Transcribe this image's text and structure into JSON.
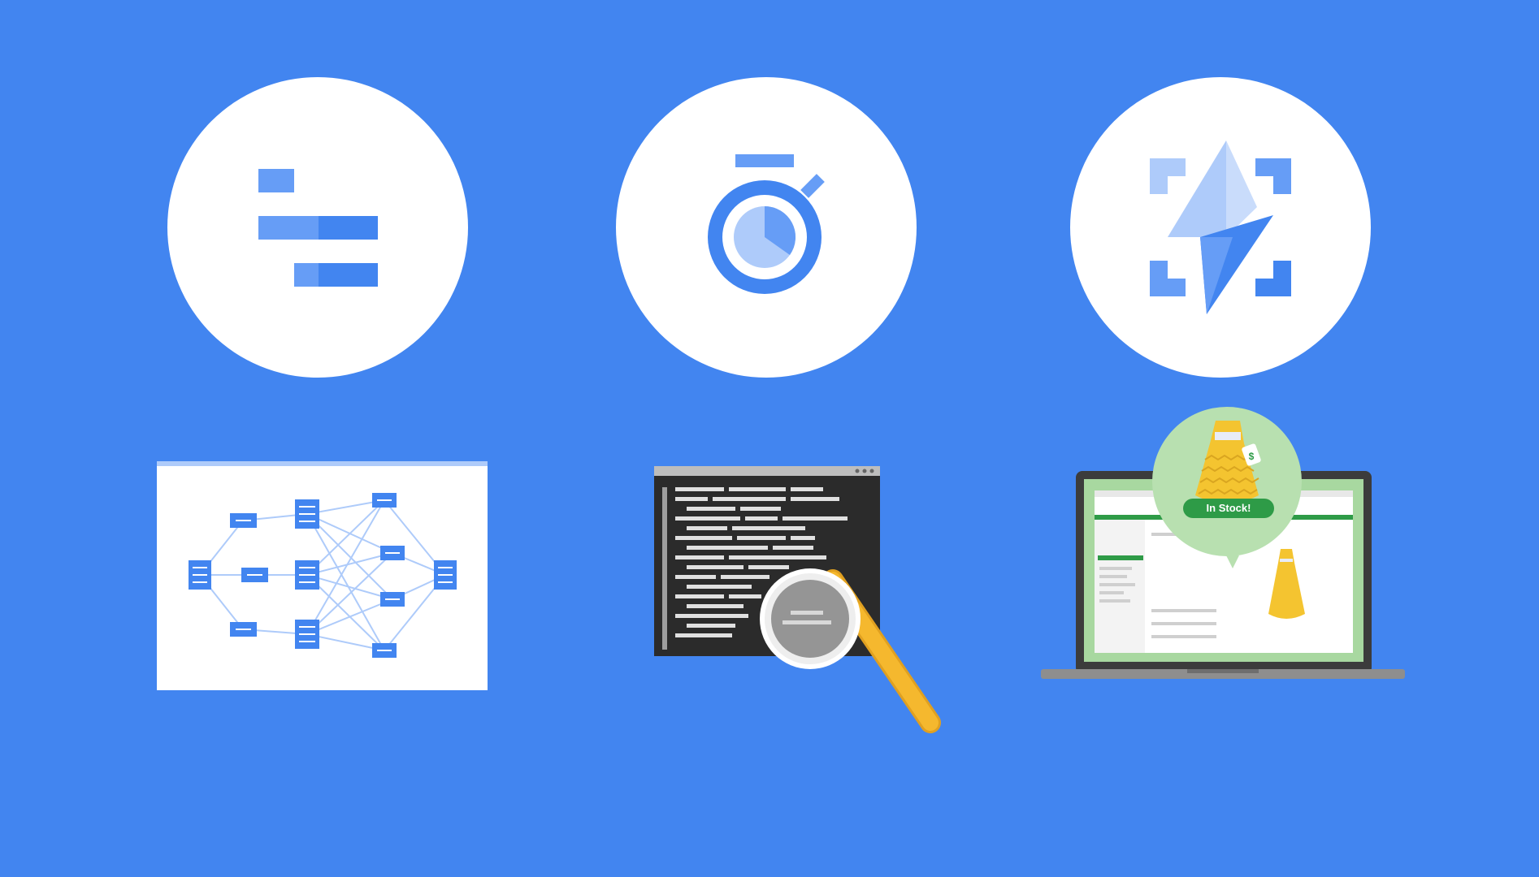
{
  "colors": {
    "background": "#4285f0",
    "icon_blue": "#4285f0",
    "icon_light_blue": "#aecbfa",
    "icon_mid_blue": "#669df6",
    "stock_green": "#2e9b47",
    "bubble_green": "#b8e0b0",
    "dress_yellow": "#f4c430",
    "magnifier_handle": "#f5b82e"
  },
  "icons": [
    {
      "name": "dataflow-icon"
    },
    {
      "name": "stopwatch-icon"
    },
    {
      "name": "lightning-scan-icon"
    }
  ],
  "illustrations": {
    "graph": {
      "name": "pipeline-graph-illustration"
    },
    "terminal": {
      "name": "log-inspection-illustration"
    },
    "laptop": {
      "name": "retail-laptop-illustration",
      "badge_label": "In Stock!"
    }
  }
}
